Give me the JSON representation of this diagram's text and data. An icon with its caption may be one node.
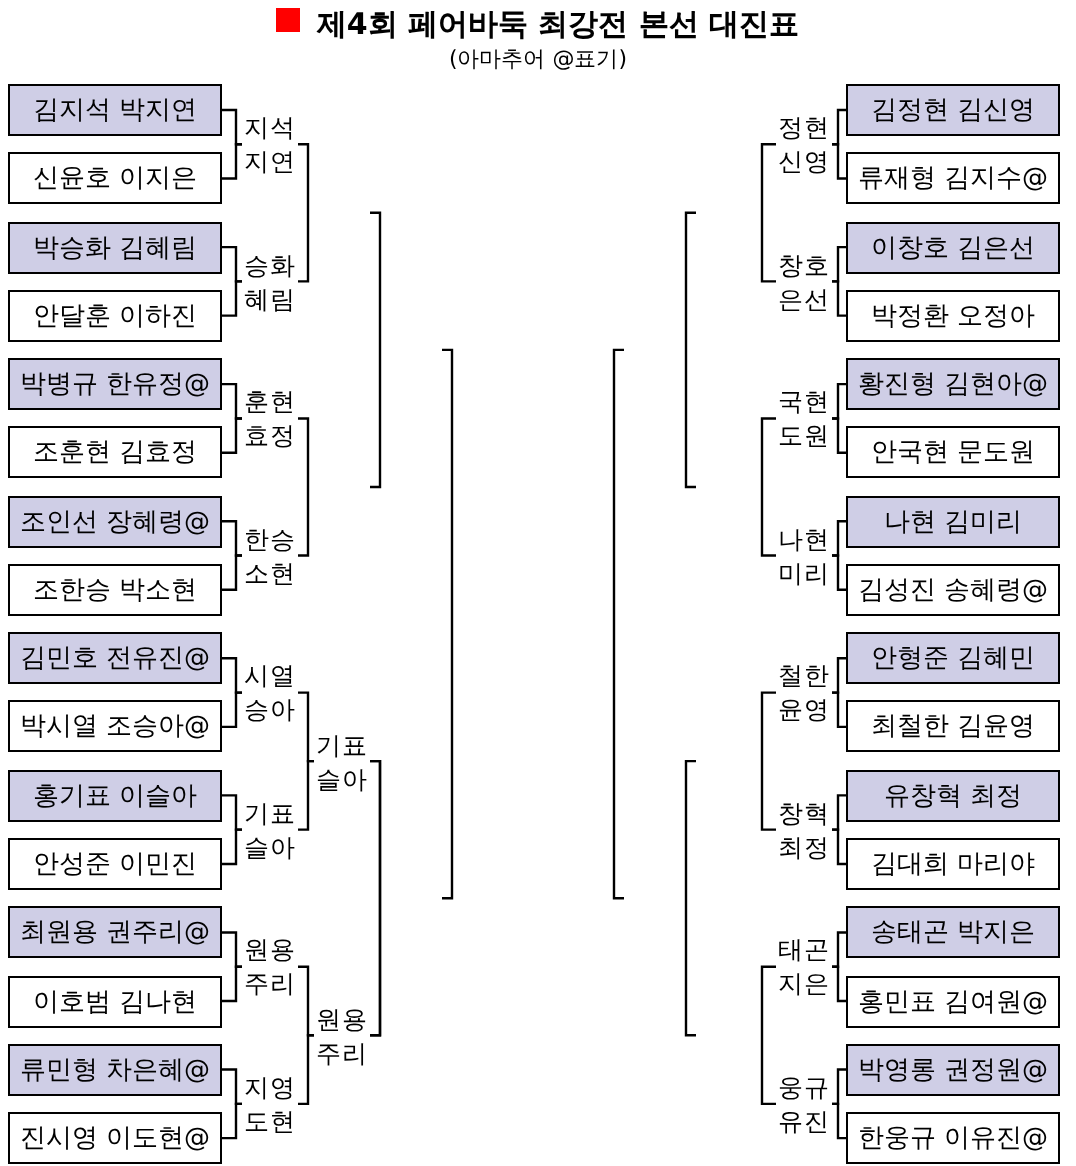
{
  "diagram": {
    "title": "제4회 페어바둑 최강전 본선 대진표",
    "nodes": [
      {
        "text": [
          "김지석 박지연"
        ]
      },
      {
        "text": [
          "신윤호 이지은"
        ]
      },
      {
        "text": [
          "박승화 김혜림"
        ]
      },
      {
        "text": [
          "안달훈 이하진"
        ]
      },
      {
        "text": [
          "박병규 한유정@"
        ]
      },
      {
        "text": [
          "조훈현 김효정"
        ]
      },
      {
        "text": [
          "조인선 장혜령@"
        ]
      },
      {
        "text": [
          "조한승 박소현"
        ]
      },
      {
        "text": [
          "김민호 전유진@"
        ]
      },
      {
        "text": [
          "박시열 조승아@"
        ]
      },
      {
        "text": [
          "홍기표 이슬아"
        ]
      },
      {
        "text": [
          "안성준 이민진"
        ]
      },
      {
        "text": [
          "최원용 권주리@"
        ]
      },
      {
        "text": [
          "이호범 김나현"
        ]
      },
      {
        "text": [
          "류민형 차은혜@"
        ]
      },
      {
        "text": [
          "진시영 이도현@"
        ]
      },
      {
        "text": [
          "김정현 김신영"
        ]
      },
      {
        "text": [
          "류재형 김지수@"
        ]
      },
      {
        "text": [
          "이창호 김은선"
        ]
      },
      {
        "text": [
          "박정환 오정아"
        ]
      },
      {
        "text": [
          "황진형 김현아@"
        ]
      },
      {
        "text": [
          "안국현 문도원"
        ]
      },
      {
        "text": [
          "나현 김미리"
        ]
      },
      {
        "text": [
          "김성진 송혜령@"
        ]
      },
      {
        "text": [
          "안형준 김혜민"
        ]
      },
      {
        "text": [
          "최철한 김윤영"
        ]
      },
      {
        "text": [
          "유창혁 최정"
        ]
      },
      {
        "text": [
          "김대희 마리야"
        ]
      },
      {
        "text": [
          "송태곤 박지은"
        ]
      },
      {
        "text": [
          "홍민표 김여원@"
        ]
      },
      {
        "text": [
          "박영롱 권정원@"
        ]
      },
      {
        "text": [
          "한웅규 이유진@"
        ]
      },
      {
        "text": [
          "지석 지연"
        ]
      },
      {
        "text": [
          "승화 혜림"
        ]
      },
      {
        "text": [
          "훈현 효정"
        ]
      },
      {
        "text": [
          "한승 소현"
        ]
      },
      {
        "text": [
          "시열 승아"
        ]
      },
      {
        "text": [
          "기표 슬아"
        ]
      },
      {
        "text": [
          "원용 주리"
        ]
      },
      {
        "text": [
          "지영 도현"
        ]
      },
      {
        "text": [
          "기표 슬아"
        ]
      },
      {
        "text": [
          "원용 주리"
        ]
      },
      {
        "text": [
          "정현 신영"
        ]
      },
      {
        "text": [
          "창호 은선"
        ]
      },
      {
        "text": [
          "국현 도원"
        ]
      },
      {
        "text": [
          "나현 미리"
        ]
      },
      {
        "text": [
          "철한 윤영"
        ]
      },
      {
        "text": [
          "창혁 최정"
        ]
      },
      {
        "text": [
          "태곤 지은"
        ]
      },
      {
        "text": [
          "웅규 유진"
        ]
      }
    ],
    "edges": [
      {
        "from": 0,
        "to": 32,
        "arrow": "none"
      },
      {
        "from": 1,
        "to": 32,
        "arrow": "none"
      },
      {
        "from": 2,
        "to": 33,
        "arrow": "none"
      },
      {
        "from": 3,
        "to": 33,
        "arrow": "none"
      },
      {
        "from": 4,
        "to": 34,
        "arrow": "none"
      },
      {
        "from": 5,
        "to": 34,
        "arrow": "none"
      },
      {
        "from": 6,
        "to": 35,
        "arrow": "none"
      },
      {
        "from": 7,
        "to": 35,
        "arrow": "none"
      },
      {
        "from": 8,
        "to": 36,
        "arrow": "none"
      },
      {
        "from": 9,
        "to": 36,
        "arrow": "none"
      },
      {
        "from": 10,
        "to": 37,
        "arrow": "none"
      },
      {
        "from": 11,
        "to": 37,
        "arrow": "none"
      },
      {
        "from": 12,
        "to": 38,
        "arrow": "none"
      },
      {
        "from": 13,
        "to": 38,
        "arrow": "none"
      },
      {
        "from": 14,
        "to": 39,
        "arrow": "none"
      },
      {
        "from": 15,
        "to": 39,
        "arrow": "none"
      },
      {
        "from": 16,
        "to": 42,
        "arrow": "none"
      },
      {
        "from": 17,
        "to": 42,
        "arrow": "none"
      },
      {
        "from": 18,
        "to": 43,
        "arrow": "none"
      },
      {
        "from": 19,
        "to": 43,
        "arrow": "none"
      },
      {
        "from": 20,
        "to": 44,
        "arrow": "none"
      },
      {
        "from": 21,
        "to": 44,
        "arrow": "none"
      },
      {
        "from": 22,
        "to": 45,
        "arrow": "none"
      },
      {
        "from": 23,
        "to": 45,
        "arrow": "none"
      },
      {
        "from": 24,
        "to": 46,
        "arrow": "none"
      },
      {
        "from": 25,
        "to": 46,
        "arrow": "none"
      },
      {
        "from": 26,
        "to": 47,
        "arrow": "none"
      },
      {
        "from": 27,
        "to": 47,
        "arrow": "none"
      },
      {
        "from": 28,
        "to": 48,
        "arrow": "none"
      },
      {
        "from": 29,
        "to": 48,
        "arrow": "none"
      },
      {
        "from": 30,
        "to": 49,
        "arrow": "none"
      },
      {
        "from": 31,
        "to": 49,
        "arrow": "none"
      },
      {
        "from": 32,
        "to": 33,
        "arrow": "none"
      },
      {
        "from": 34,
        "to": 35,
        "arrow": "none"
      },
      {
        "from": 36,
        "to": 40,
        "arrow": "none"
      },
      {
        "from": 37,
        "to": 40,
        "arrow": "none"
      },
      {
        "from": 38,
        "to": 41,
        "arrow": "none"
      },
      {
        "from": 39,
        "to": 41,
        "arrow": "none"
      },
      {
        "from": 40,
        "to": 41,
        "arrow": "none"
      },
      {
        "from": 42,
        "to": 43,
        "arrow": "none"
      },
      {
        "from": 44,
        "to": 45,
        "arrow": "none"
      },
      {
        "from": 46,
        "to": 47,
        "arrow": "none"
      },
      {
        "from": 48,
        "to": 49,
        "arrow": "none"
      }
    ],
    "labels": [
      "(아마추어 @표기)"
    ]
  }
}
